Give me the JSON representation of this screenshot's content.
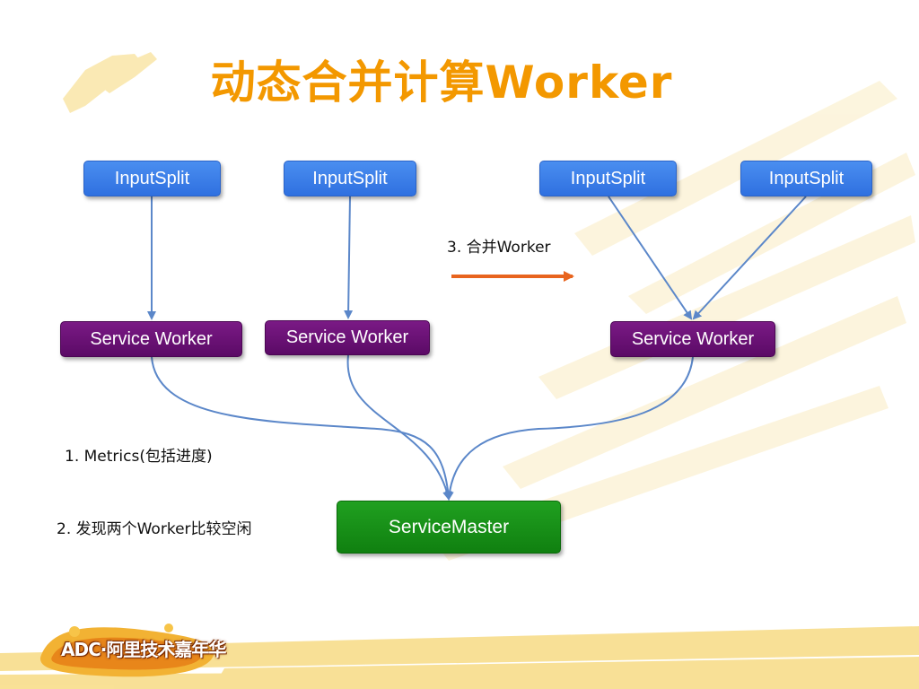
{
  "slide": {
    "title": "动态合并计算Worker",
    "input_splits": [
      "InputSplit",
      "InputSplit",
      "InputSplit",
      "InputSplit"
    ],
    "service_workers": [
      "Service Worker",
      "Service Worker",
      "Service Worker"
    ],
    "service_master": "ServiceMaster",
    "notes": {
      "metrics": "1. Metrics(包括进度)",
      "detect": "2. 发现两个Worker比较空闲",
      "merge": "3. 合并Worker"
    },
    "logo_text": "ADC·阿里技术嘉年华"
  },
  "colors": {
    "title": "#f39800",
    "input_split": "#3b7fe8",
    "service_worker": "#65106f",
    "service_master": "#1a941a",
    "connector": "#5b87c9",
    "merge_arrow": "#e8641e"
  }
}
